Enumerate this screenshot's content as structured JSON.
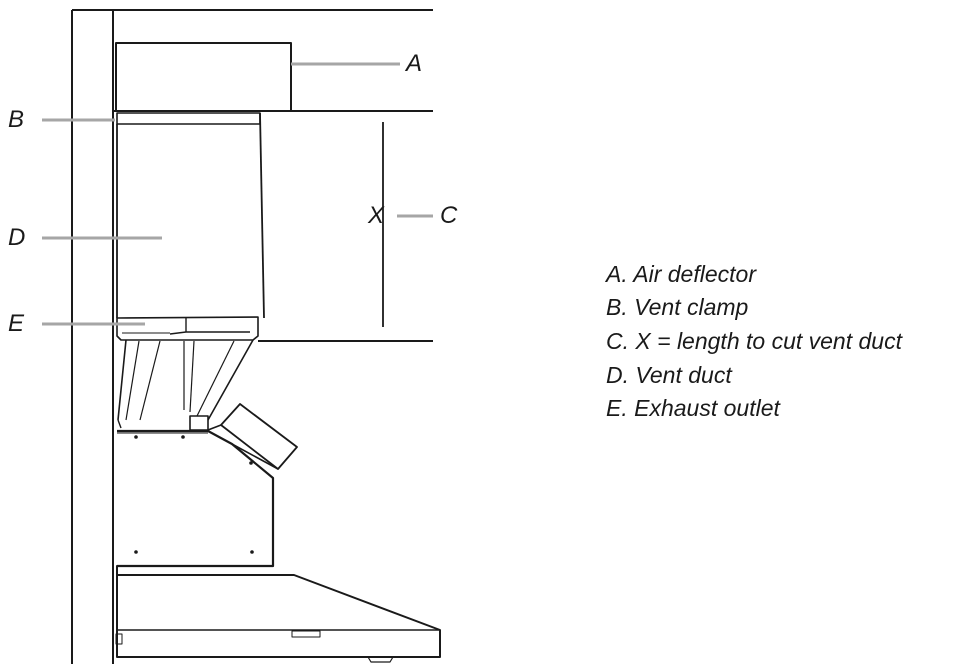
{
  "callouts": {
    "A": "A",
    "B": "B",
    "C": "C",
    "D": "D",
    "E": "E",
    "X": "X"
  },
  "legend": [
    "A. Air deflector",
    "B. Vent clamp",
    "C. X = length to cut vent duct",
    "D. Vent duct",
    "E. Exhaust outlet"
  ],
  "colors": {
    "line": "#1a1a1a",
    "leader": "#a6a6a6"
  }
}
